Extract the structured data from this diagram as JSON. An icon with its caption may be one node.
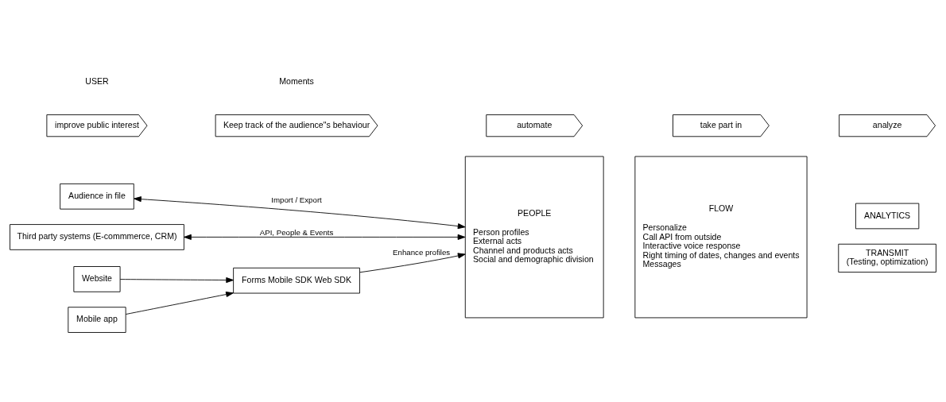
{
  "diagram": {
    "nodes": [
      {
        "text": [
          "improve public interest"
        ]
      },
      {
        "text": [
          "Keep track of the audience\"s behaviour"
        ]
      },
      {
        "text": [
          "automate"
        ]
      },
      {
        "text": [
          "take part in"
        ]
      },
      {
        "text": [
          "analyze"
        ]
      },
      {
        "text": [
          "Audience in file"
        ]
      },
      {
        "text": [
          "Third party systems (E-commmerce, CRM)"
        ]
      },
      {
        "text": [
          "Website"
        ]
      },
      {
        "text": [
          "Mobile app"
        ]
      },
      {
        "text": [
          "Forms Mobile SDK Web SDK"
        ]
      },
      {
        "text": [
          "PEOPLE",
          "Person profiles",
          "External acts",
          "Channel and products acts",
          "Social and demographic division"
        ]
      },
      {
        "text": [
          "FLOW",
          "Personalize",
          "Call API from outside",
          "Interactive voice response",
          "Right timing of dates, changes and events",
          "Messages"
        ]
      },
      {
        "text": [
          "ANALYTICS"
        ]
      },
      {
        "text": [
          "TRANSMIT",
          "(Testing, optimization)"
        ]
      }
    ],
    "edges": [
      {
        "from": 5,
        "to": 10,
        "arrow": "both",
        "label": "Import / Export"
      },
      {
        "from": 6,
        "to": 10,
        "arrow": "both",
        "label": "API, People & Events"
      },
      {
        "from": 7,
        "to": 9,
        "arrow": "to"
      },
      {
        "from": 8,
        "to": 9,
        "arrow": "to"
      },
      {
        "from": 9,
        "to": 10,
        "arrow": "to",
        "label": "Enhance profiles"
      }
    ],
    "labels": [
      "USER",
      "Moments"
    ]
  }
}
